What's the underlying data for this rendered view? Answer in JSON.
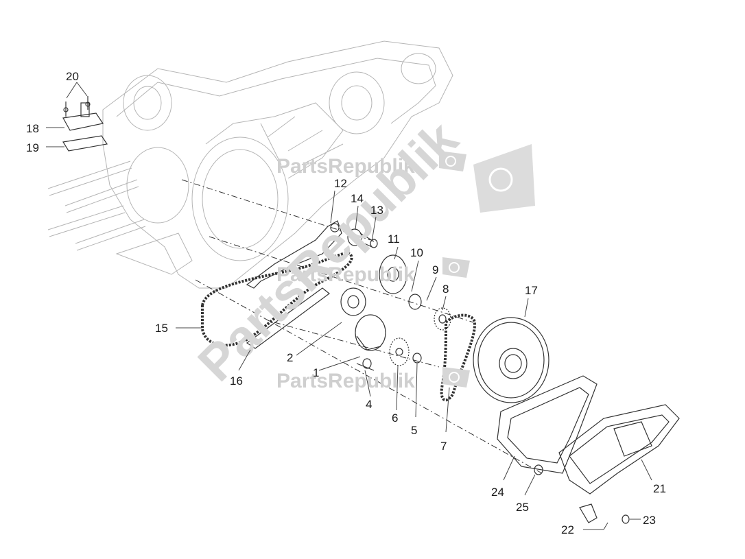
{
  "watermark": {
    "brand": "PartsRepublik"
  },
  "callouts": [
    "1",
    "2",
    "4",
    "5",
    "6",
    "7",
    "8",
    "9",
    "10",
    "11",
    "12",
    "13",
    "14",
    "15",
    "16",
    "17",
    "18",
    "19",
    "20",
    "21",
    "22",
    "23",
    "24",
    "25"
  ],
  "colors": {
    "ink": "#333333",
    "ghost": "#b5b5b5",
    "watermark": "#cfcfcf",
    "background": "#ffffff"
  }
}
